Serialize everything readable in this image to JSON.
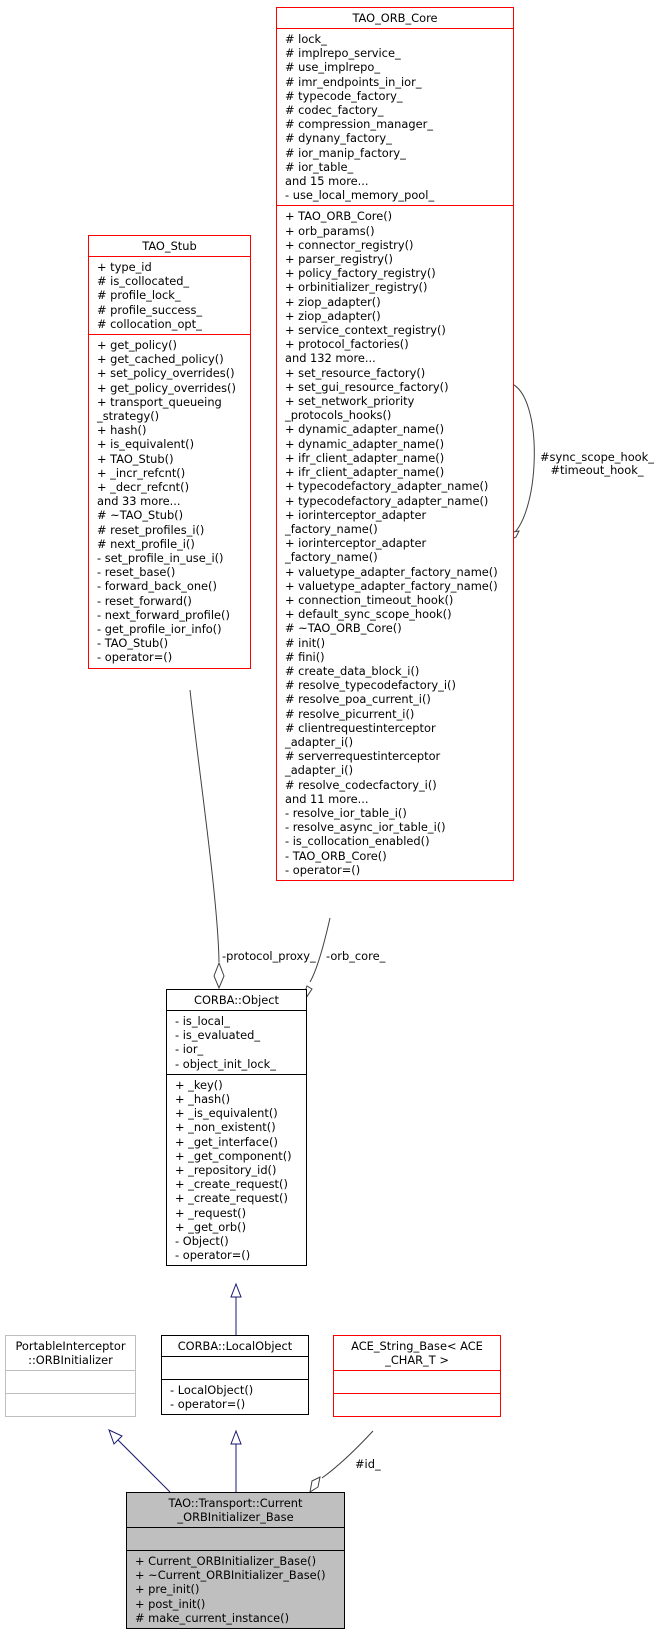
{
  "classes": {
    "tao_orb_core": {
      "name": "TAO_ORB_Core",
      "attributes": [
        "# lock_",
        "# implrepo_service_",
        "# use_implrepo_",
        "# imr_endpoints_in_ior_",
        "# typecode_factory_",
        "# codec_factory_",
        "# compression_manager_",
        "# dynany_factory_",
        "# ior_manip_factory_",
        "# ior_table_",
        "and 15 more...",
        "- use_local_memory_pool_"
      ],
      "methods": [
        "+ TAO_ORB_Core()",
        "+ orb_params()",
        "+ connector_registry()",
        "+ parser_registry()",
        "+ policy_factory_registry()",
        "+ orbinitializer_registry()",
        "+ ziop_adapter()",
        "+ ziop_adapter()",
        "+ service_context_registry()",
        "+ protocol_factories()",
        "and 132 more...",
        "+ set_resource_factory()",
        "+ set_gui_resource_factory()",
        "+ set_network_priority",
        "_protocols_hooks()",
        "+ dynamic_adapter_name()",
        "+ dynamic_adapter_name()",
        "+ ifr_client_adapter_name()",
        "+ ifr_client_adapter_name()",
        "+ typecodefactory_adapter_name()",
        "+ typecodefactory_adapter_name()",
        "+ iorinterceptor_adapter",
        "_factory_name()",
        "+ iorinterceptor_adapter",
        "_factory_name()",
        "+ valuetype_adapter_factory_name()",
        "+ valuetype_adapter_factory_name()",
        "+ connection_timeout_hook()",
        "+ default_sync_scope_hook()",
        "# ~TAO_ORB_Core()",
        "# init()",
        "# fini()",
        "# create_data_block_i()",
        "# resolve_typecodefactory_i()",
        "# resolve_poa_current_i()",
        "# resolve_picurrent_i()",
        "# clientrequestinterceptor",
        "_adapter_i()",
        "# serverrequestinterceptor",
        "_adapter_i()",
        "# resolve_codecfactory_i()",
        "and 11 more...",
        "- resolve_ior_table_i()",
        "- resolve_async_ior_table_i()",
        "- is_collocation_enabled()",
        "- TAO_ORB_Core()",
        "- operator=()"
      ]
    },
    "tao_stub": {
      "name": "TAO_Stub",
      "attributes": [
        "+ type_id",
        "# is_collocated_",
        "# profile_lock_",
        "# profile_success_",
        "# collocation_opt_"
      ],
      "methods": [
        "+ get_policy()",
        "+ get_cached_policy()",
        "+ set_policy_overrides()",
        "+ get_policy_overrides()",
        "+ transport_queueing",
        "_strategy()",
        "+ hash()",
        "+ is_equivalent()",
        "+ TAO_Stub()",
        "+ _incr_refcnt()",
        "+ _decr_refcnt()",
        "and 33 more...",
        "# ~TAO_Stub()",
        "# reset_profiles_i()",
        "# next_profile_i()",
        "- set_profile_in_use_i()",
        "- reset_base()",
        "- forward_back_one()",
        "- reset_forward()",
        "- next_forward_profile()",
        "- get_profile_ior_info()",
        "- TAO_Stub()",
        "- operator=()"
      ]
    },
    "corba_object": {
      "name": "CORBA::Object",
      "attributes": [
        "- is_local_",
        "- is_evaluated_",
        "- ior_",
        "- object_init_lock_"
      ],
      "methods": [
        "+ _key()",
        "+ _hash()",
        "+ _is_equivalent()",
        "+ _non_existent()",
        "+ _get_interface()",
        "+ _get_component()",
        "+ _repository_id()",
        "+ _create_request()",
        "+ _create_request()",
        "+ _request()",
        "+ _get_orb()",
        "- Object()",
        "- operator=()"
      ]
    },
    "orb_initializer": {
      "name_lines": [
        "PortableInterceptor",
        "::ORBInitializer"
      ],
      "attributes": [],
      "methods": []
    },
    "corba_localobject": {
      "name": "CORBA::LocalObject",
      "attributes": [],
      "methods": [
        "- LocalObject()",
        "- operator=()"
      ]
    },
    "ace_string_base": {
      "name_lines": [
        "ACE_String_Base< ACE",
        "_CHAR_T >"
      ],
      "attributes": [],
      "methods": []
    },
    "current_orbinitializer_base": {
      "name_lines": [
        "TAO::Transport::Current",
        "_ORBInitializer_Base"
      ],
      "attributes": [],
      "methods": [
        "+ Current_ORBInitializer_Base()",
        "+ ~Current_ORBInitializer_Base()",
        "+ pre_init()",
        "+ post_init()",
        "# make_current_instance()"
      ]
    }
  },
  "edges": {
    "sync_scope_hook_label": [
      "#sync_scope_hook_",
      "#timeout_hook_"
    ],
    "protocol_proxy_label": "-protocol_proxy_",
    "orb_core_label": "-orb_core_",
    "id_label": "#id_"
  },
  "colors": {
    "inheritance_edge": "#191970",
    "usage_edge": "#404040",
    "missing_class_border": "#ff0000",
    "focus_class_fill": "#bfbfbf"
  }
}
